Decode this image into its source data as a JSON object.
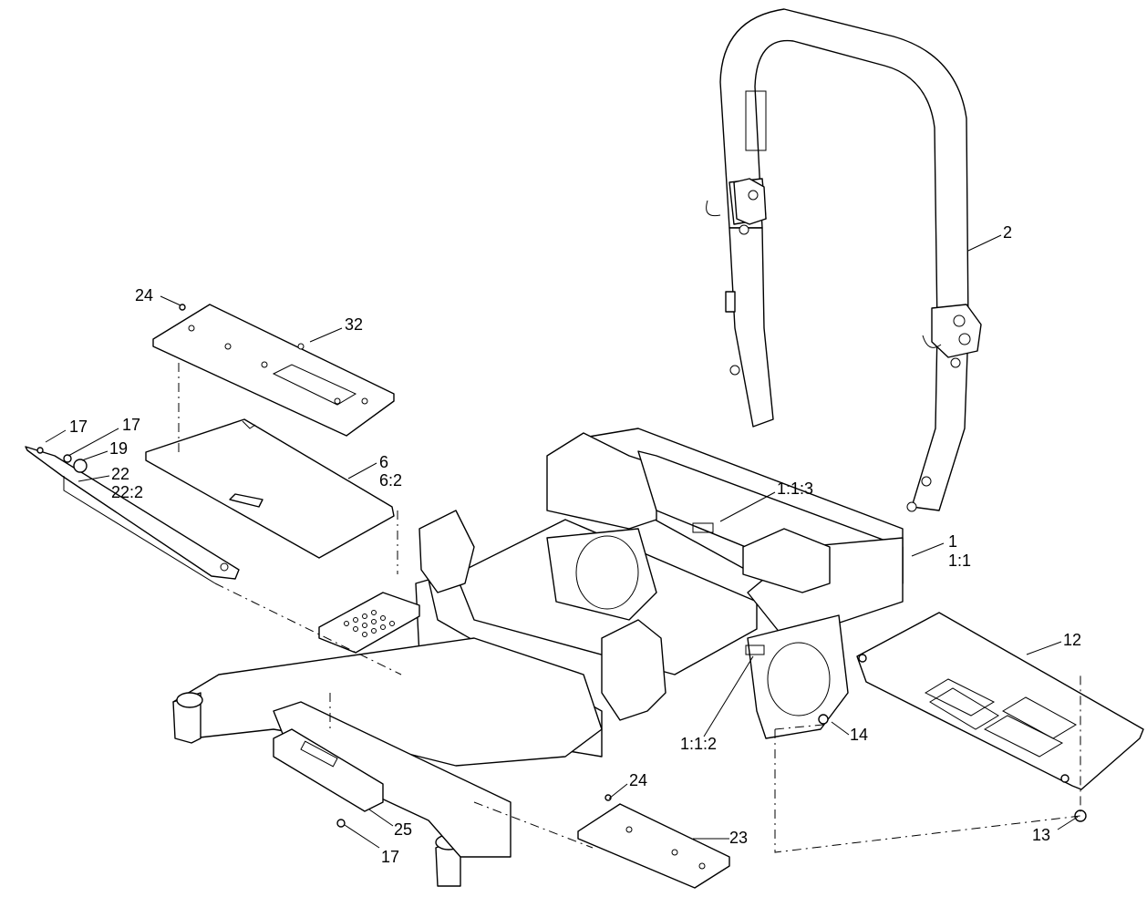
{
  "callouts": [
    {
      "id": "c-2",
      "text": "2"
    },
    {
      "id": "c-24a",
      "text": "24"
    },
    {
      "id": "c-32",
      "text": "32"
    },
    {
      "id": "c-17a",
      "text": "17"
    },
    {
      "id": "c-17b",
      "text": "17"
    },
    {
      "id": "c-19",
      "text": "19"
    },
    {
      "id": "c-22",
      "text": "22"
    },
    {
      "id": "c-22-2",
      "text": "22:2"
    },
    {
      "id": "c-6",
      "text": "6"
    },
    {
      "id": "c-6-2",
      "text": "6:2"
    },
    {
      "id": "c-1-1-3",
      "text": "1:1:3"
    },
    {
      "id": "c-1",
      "text": "1"
    },
    {
      "id": "c-1-1",
      "text": "1:1"
    },
    {
      "id": "c-12",
      "text": "12"
    },
    {
      "id": "c-14",
      "text": "14"
    },
    {
      "id": "c-1-1-2",
      "text": "1:1:2"
    },
    {
      "id": "c-24b",
      "text": "24"
    },
    {
      "id": "c-23",
      "text": "23"
    },
    {
      "id": "c-25",
      "text": "25"
    },
    {
      "id": "c-17c",
      "text": "17"
    },
    {
      "id": "c-13",
      "text": "13"
    }
  ]
}
